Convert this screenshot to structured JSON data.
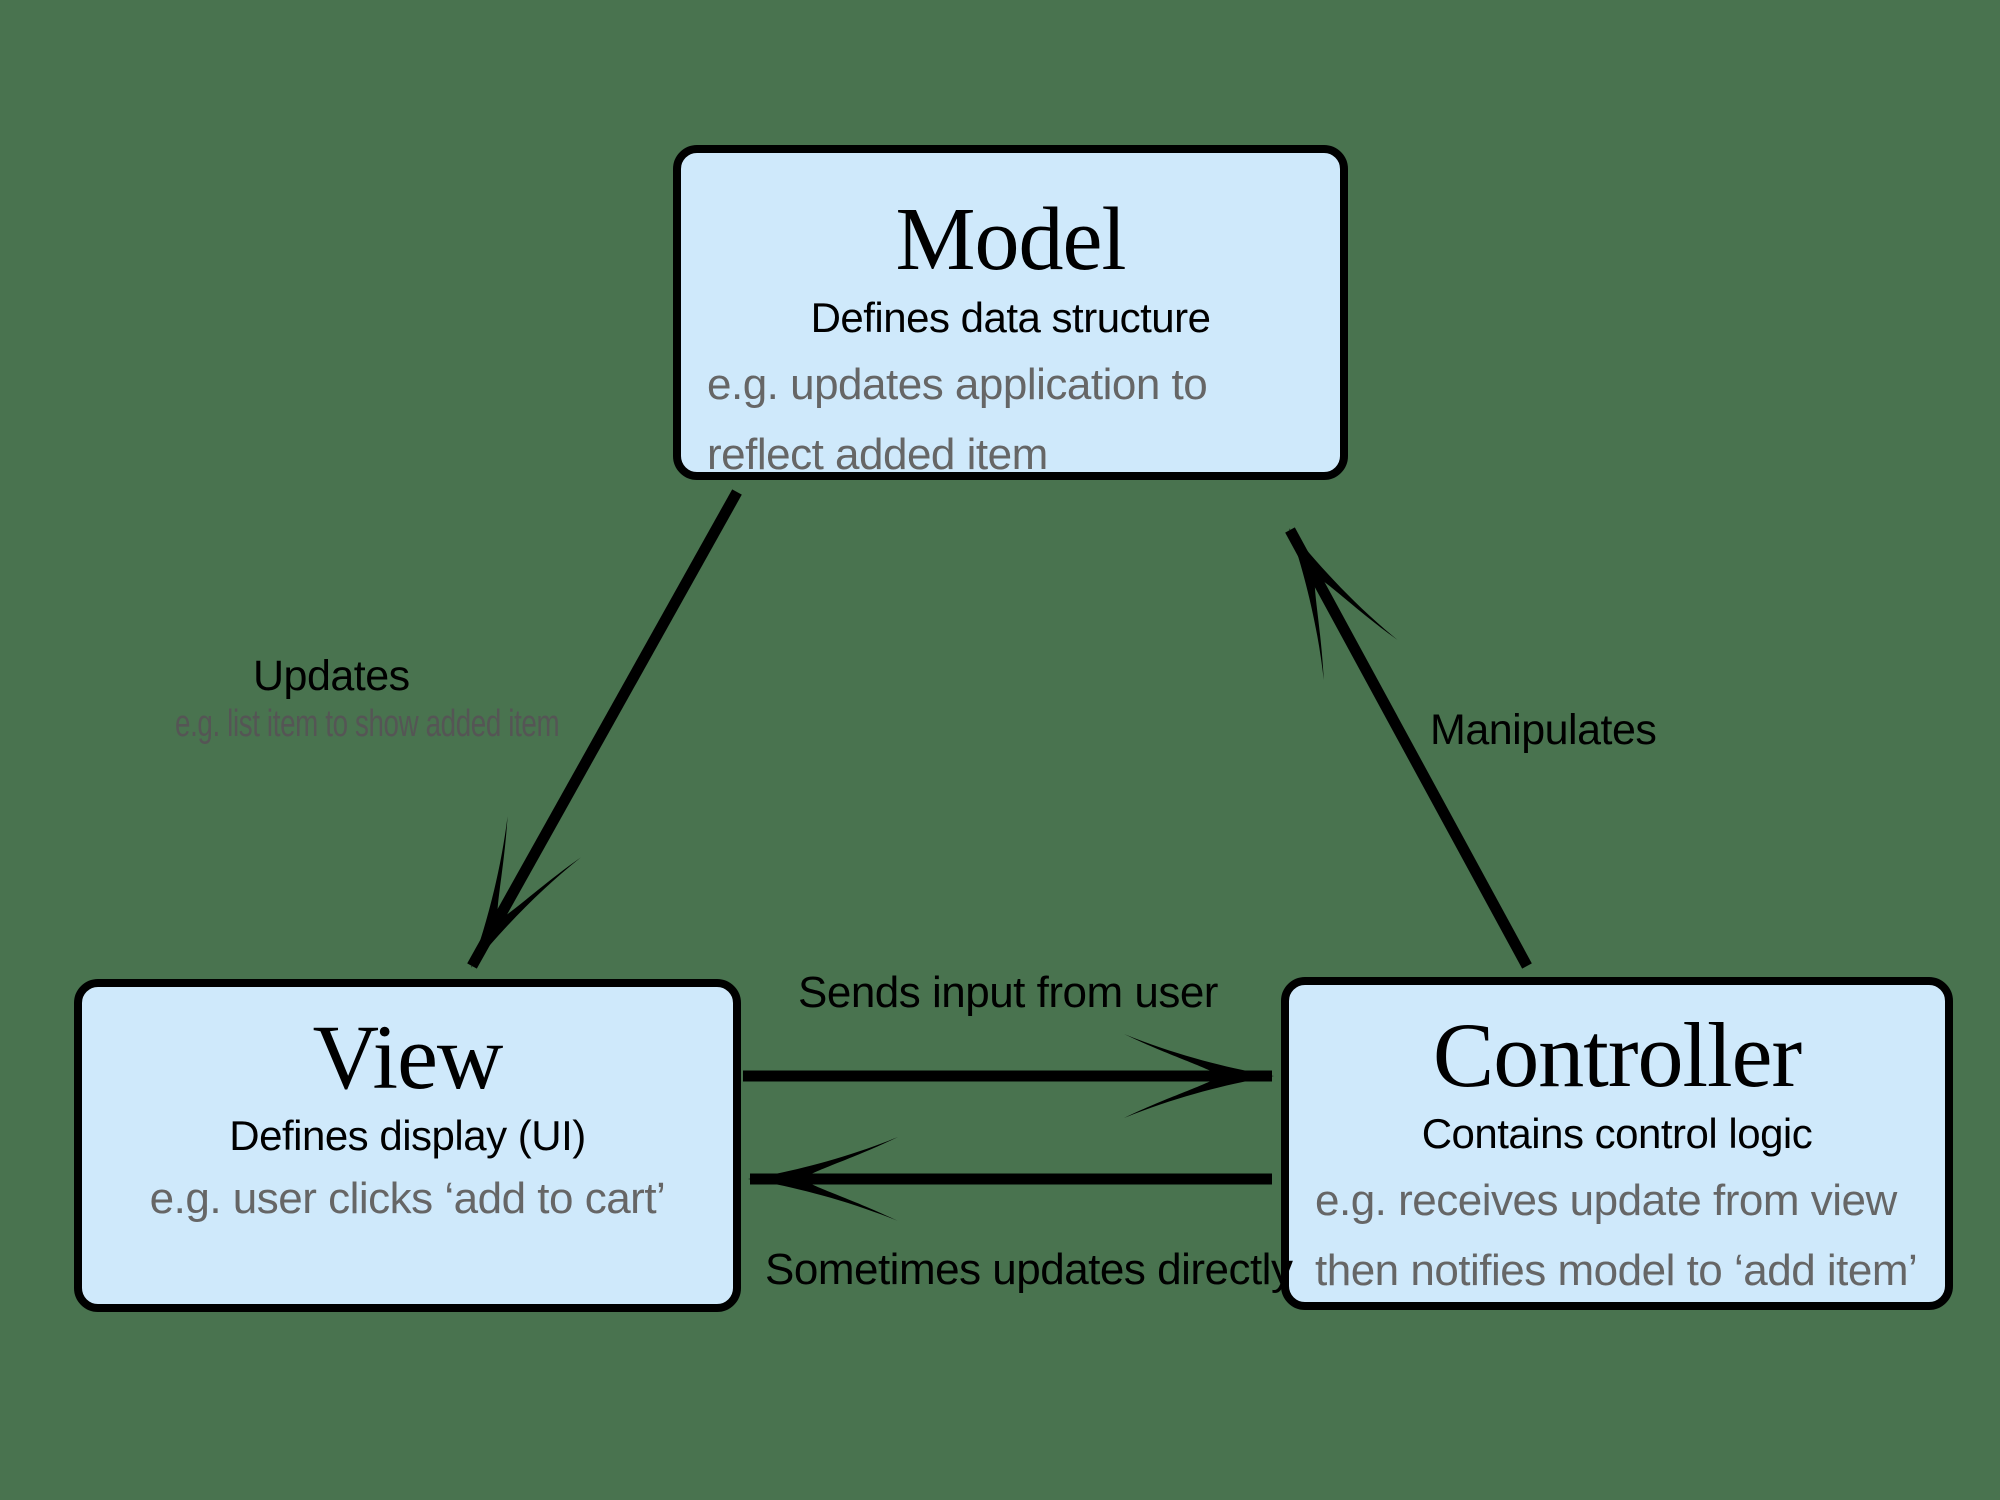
{
  "colors": {
    "background": "#49734f",
    "box_fill": "#cfe9fb",
    "box_border": "#000000",
    "text_primary": "#000000",
    "text_secondary": "#666666",
    "text_muted": "#555555",
    "arrow": "#000000"
  },
  "diagram": {
    "type": "mvc-architecture-diagram",
    "nodes": {
      "model": {
        "title": "Model",
        "subtitle": "Defines data structure",
        "example": "e.g. updates application to reflect added item"
      },
      "view": {
        "title": "View",
        "subtitle": "Defines display (UI)",
        "example": "e.g. user clicks ‘add to cart’"
      },
      "controller": {
        "title": "Controller",
        "subtitle": "Contains control logic",
        "example": "e.g. receives update from view then notifies model to ‘add item’"
      }
    },
    "edges": {
      "model_to_view": {
        "label": "Updates",
        "sublabel": "e.g. list item to show added item",
        "from": "Model",
        "to": "View"
      },
      "view_to_controller": {
        "label": "Sends input from user",
        "from": "View",
        "to": "Controller"
      },
      "controller_to_view": {
        "label": "Sometimes updates directly",
        "from": "Controller",
        "to": "View"
      },
      "controller_to_model": {
        "label": "Manipulates",
        "from": "Controller",
        "to": "Model"
      }
    }
  }
}
